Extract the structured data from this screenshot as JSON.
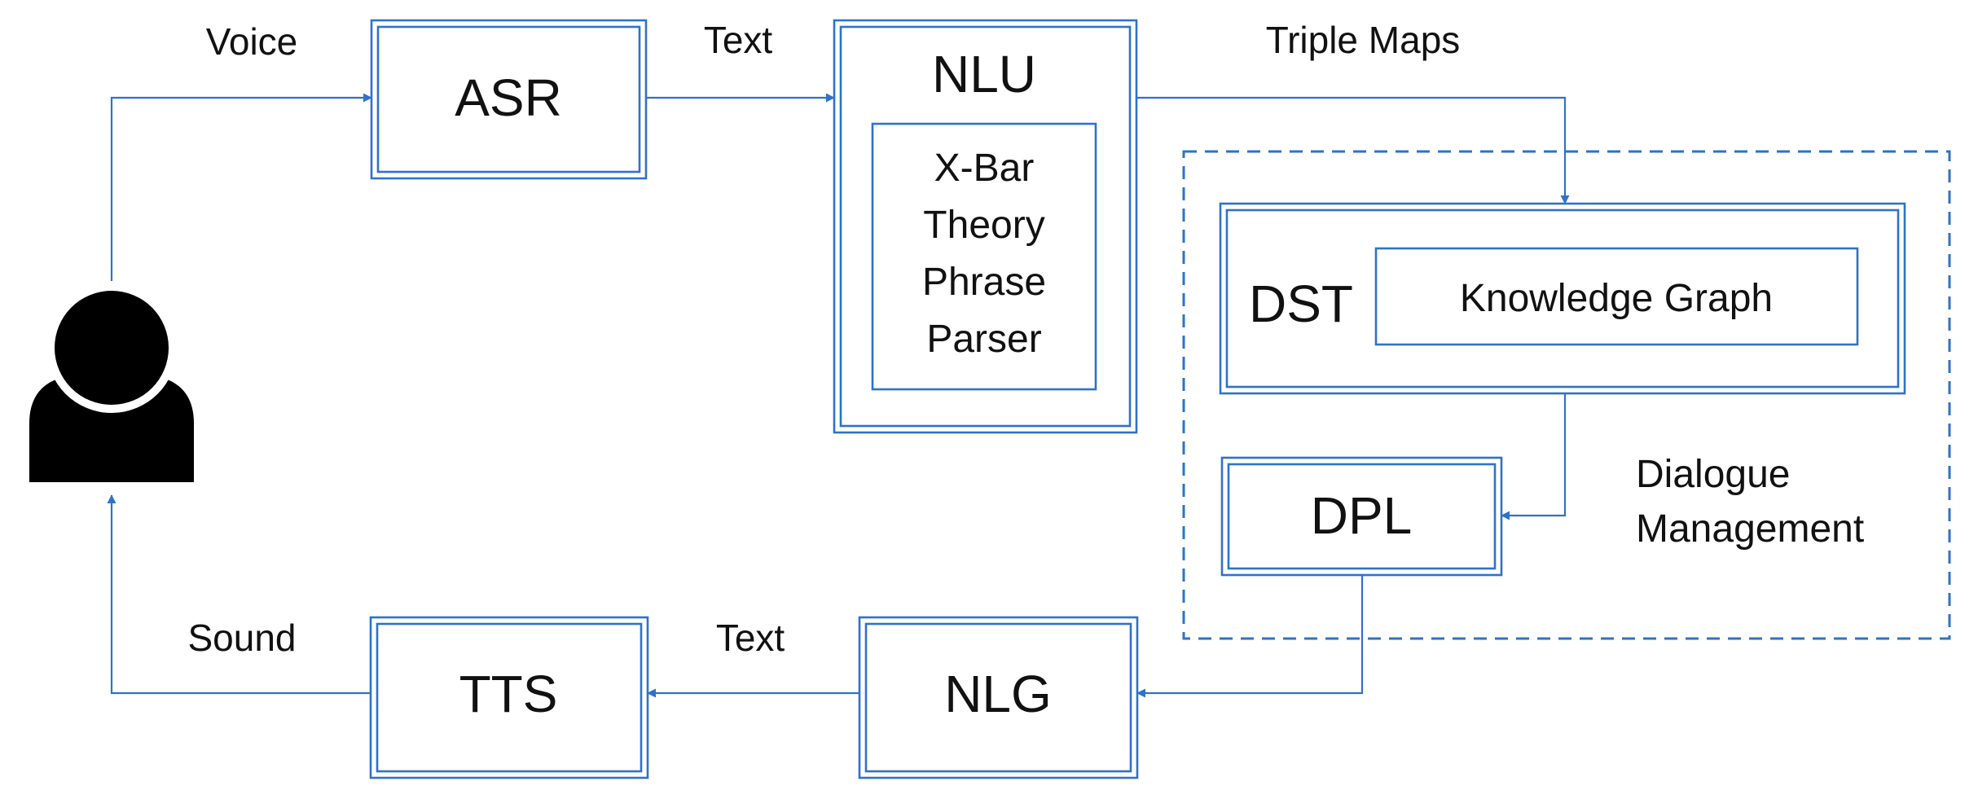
{
  "colors": {
    "accent": "#2f72c8",
    "text": "#111111",
    "person": "#000000",
    "background": "#ffffff"
  },
  "icons": {
    "user": "user-icon"
  },
  "edge_labels": {
    "voice": "Voice",
    "text_in": "Text",
    "triple_maps": "Triple Maps",
    "text_out": "Text",
    "sound": "Sound"
  },
  "nodes": {
    "asr": "ASR",
    "nlu": "NLU",
    "nlu_inner": [
      "X-Bar",
      "Theory",
      "Phrase",
      "Parser"
    ],
    "dst": "DST",
    "knowledge_graph": "Knowledge Graph",
    "dpl": "DPL",
    "nlg": "NLG",
    "tts": "TTS"
  },
  "group": {
    "label": [
      "Dialogue",
      "Management"
    ]
  }
}
